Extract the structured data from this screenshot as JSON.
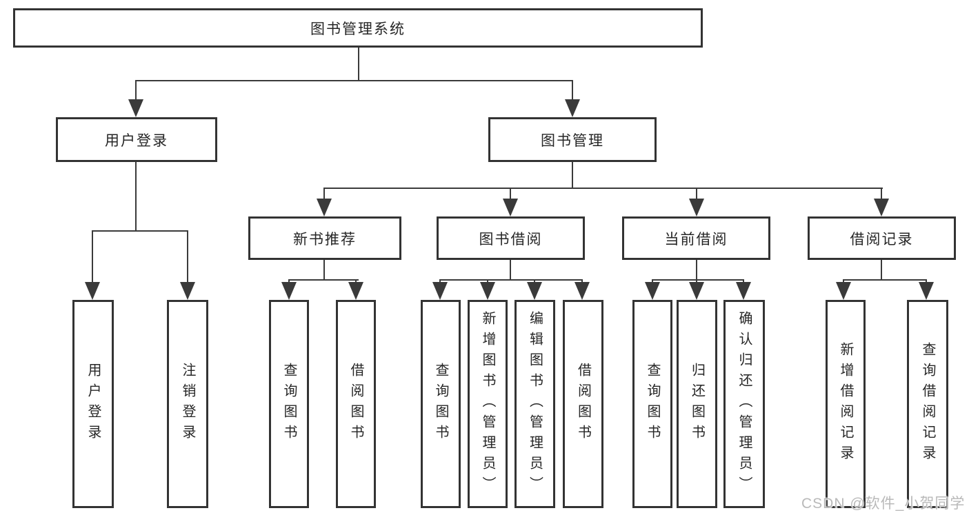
{
  "colors": {
    "line": "#3a3a3a",
    "box": "#333333",
    "text": "#262626",
    "watermark": "#b9b9b9",
    "bg": "#ffffff"
  },
  "watermark": {
    "text": "CSDN @软件_小贺同学"
  },
  "tree": {
    "label": "图书管理系统",
    "children": [
      {
        "label": "用户登录",
        "children": [
          {
            "label": "用户登录"
          },
          {
            "label": "注销登录"
          }
        ]
      },
      {
        "label": "图书管理",
        "children": [
          {
            "label": "新书推荐",
            "children": [
              {
                "label": "查询图书"
              },
              {
                "label": "借阅图书"
              }
            ]
          },
          {
            "label": "图书借阅",
            "children": [
              {
                "label": "查询图书"
              },
              {
                "label": "新增图书（管理员）"
              },
              {
                "label": "编辑图书（管理员）"
              },
              {
                "label": "借阅图书"
              }
            ]
          },
          {
            "label": "当前借阅",
            "children": [
              {
                "label": "查询图书"
              },
              {
                "label": "归还图书"
              },
              {
                "label": "确认归还（管理员）"
              }
            ]
          },
          {
            "label": "借阅记录",
            "children": [
              {
                "label": "新增借阅记录"
              },
              {
                "label": "查询借阅记录"
              }
            ]
          }
        ]
      }
    ]
  }
}
